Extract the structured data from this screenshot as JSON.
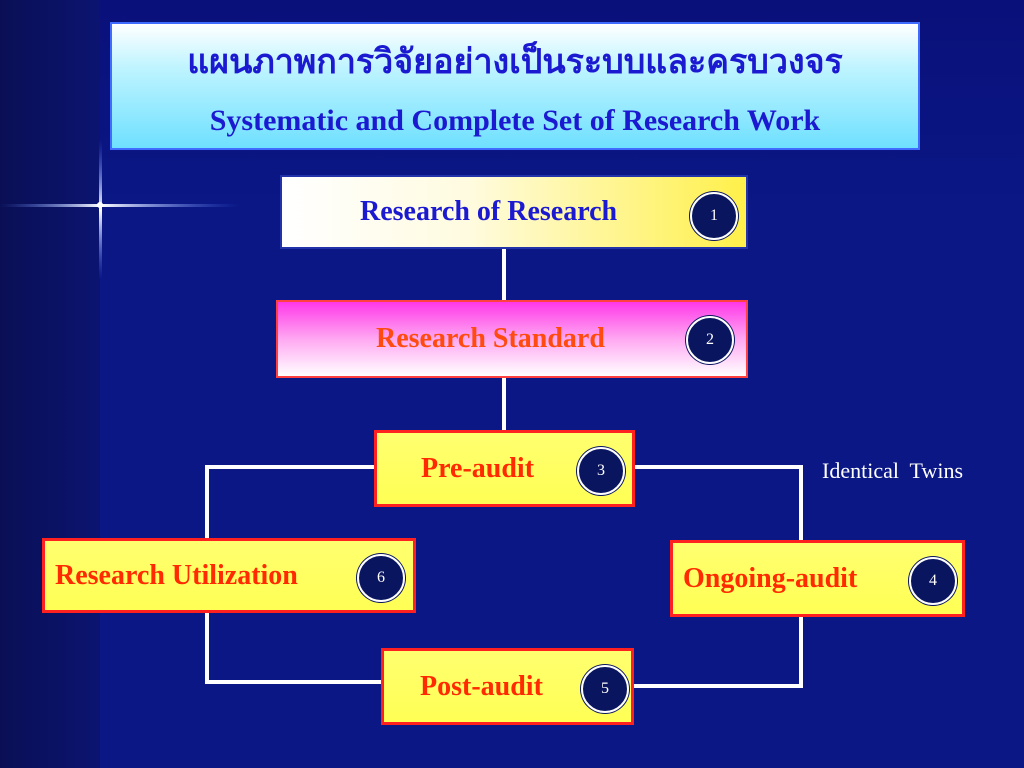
{
  "title": {
    "thai": "แผนภาพการวิจัยอย่างเป็นระบบและครบวงจร",
    "english": "Systematic and Complete Set of Research Work"
  },
  "nodes": [
    {
      "id": "1",
      "label": "Research of Research",
      "badge": "1"
    },
    {
      "id": "2",
      "label": "Research Standard",
      "badge": "2"
    },
    {
      "id": "3",
      "label": "Pre-audit",
      "badge": "3"
    },
    {
      "id": "4",
      "label": "Ongoing-audit",
      "badge": "4"
    },
    {
      "id": "5",
      "label": "Post-audit",
      "badge": "5"
    },
    {
      "id": "6",
      "label": "Research Utilization",
      "badge": "6"
    }
  ],
  "annotation": {
    "text": "Identical  Twins"
  },
  "colors": {
    "background": "#0a1785",
    "title_text": "#1b1ad0",
    "node_1_text": "#1b1ad0",
    "node_2_text": "#ff4a10",
    "node_text": "#ff2a00",
    "node_border": "#ff2020",
    "connector": "#ffffff",
    "badge_fill": "#0a1560"
  },
  "icons": {
    "badge": "numbered-circle",
    "decoration": "sparkle-star"
  }
}
